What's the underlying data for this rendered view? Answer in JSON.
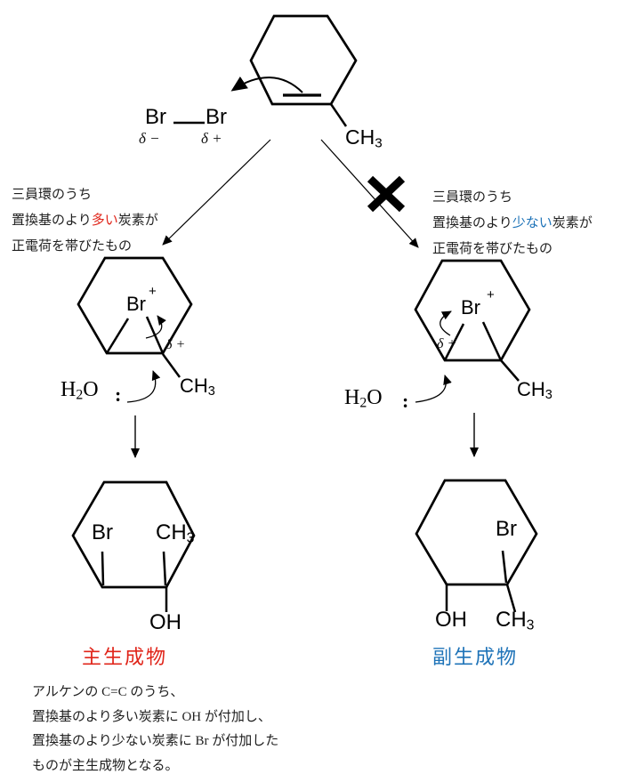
{
  "colors": {
    "red": "#e0251a",
    "blue": "#1e73b8",
    "ink": "#000000"
  },
  "reagent": {
    "br_left": "Br",
    "br_right": "Br",
    "delta_minus": "δ −",
    "delta_plus": "δ +"
  },
  "symbols": {
    "br": "Br",
    "plus": "+",
    "delta_plus": "δ +",
    "methyl_base": "CH",
    "methyl_sub": "3",
    "water_h": "H",
    "water_sub": "2",
    "water_o": "O",
    "lone_pair": ":",
    "oh": "OH"
  },
  "left_branch": {
    "note": {
      "line1": "三員環のうち",
      "line2_pre": "置換基のより",
      "line2_em": "多い",
      "line2_post": "炭素が",
      "line3": "正電荷を帯びたもの"
    },
    "product_label": "主生成物"
  },
  "right_branch": {
    "note": {
      "line1": "三員環のうち",
      "line2_pre": "置換基のより",
      "line2_em": "少ない",
      "line2_post": "炭素が",
      "line3": "正電荷を帯びたもの"
    },
    "product_label": "副生成物"
  },
  "footnote": {
    "line1": "アルケンの C=C のうち、",
    "line2": "置換基のより多い炭素に OH が付加し、",
    "line3": "置換基のより少ない炭素に Br が付加した",
    "line4": "ものが主生成物となる。"
  }
}
